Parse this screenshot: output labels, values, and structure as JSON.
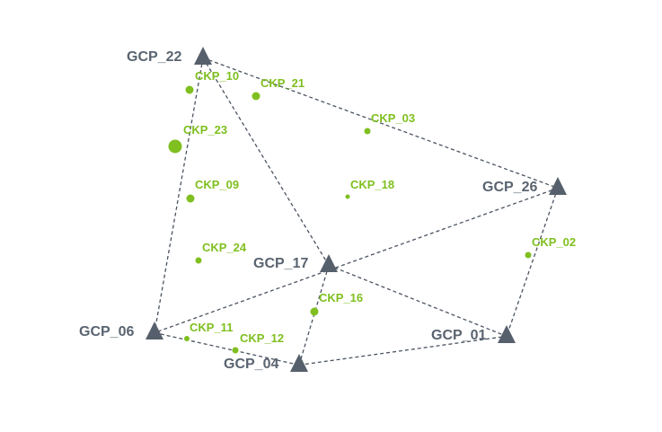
{
  "colors": {
    "gcp": "#56606c",
    "gcp_label": "#5a6470",
    "ckp": "#7fbf1f",
    "edge": "#4a5360",
    "background": "#ffffff"
  },
  "gcp_points": [
    {
      "id": "GCP_22",
      "label": "GCP_22"
    },
    {
      "id": "GCP_26",
      "label": "GCP_26"
    },
    {
      "id": "GCP_17",
      "label": "GCP_17"
    },
    {
      "id": "GCP_06",
      "label": "GCP_06"
    },
    {
      "id": "GCP_04",
      "label": "GCP_04"
    },
    {
      "id": "GCP_01",
      "label": "GCP_01"
    }
  ],
  "ckp_points": [
    {
      "id": "CKP_10",
      "label": "CKP_10"
    },
    {
      "id": "CKP_21",
      "label": "CKP_21"
    },
    {
      "id": "CKP_03",
      "label": "CKP_03"
    },
    {
      "id": "CKP_23",
      "label": "CKP_23"
    },
    {
      "id": "CKP_09",
      "label": "CKP_09"
    },
    {
      "id": "CKP_18",
      "label": "CKP_18"
    },
    {
      "id": "CKP_24",
      "label": "CKP_24"
    },
    {
      "id": "CKP_02",
      "label": "CKP_02"
    },
    {
      "id": "CKP_16",
      "label": "CKP_16"
    },
    {
      "id": "CKP_11",
      "label": "CKP_11"
    },
    {
      "id": "CKP_12",
      "label": "CKP_12"
    }
  ],
  "connections": [
    [
      "GCP_22",
      "GCP_26"
    ],
    [
      "GCP_22",
      "GCP_06"
    ],
    [
      "GCP_22",
      "GCP_17"
    ],
    [
      "GCP_26",
      "GCP_06"
    ],
    [
      "GCP_26",
      "GCP_01"
    ],
    [
      "GCP_17",
      "GCP_01"
    ],
    [
      "GCP_17",
      "GCP_04"
    ],
    [
      "GCP_06",
      "GCP_04"
    ],
    [
      "GCP_04",
      "GCP_01"
    ]
  ]
}
